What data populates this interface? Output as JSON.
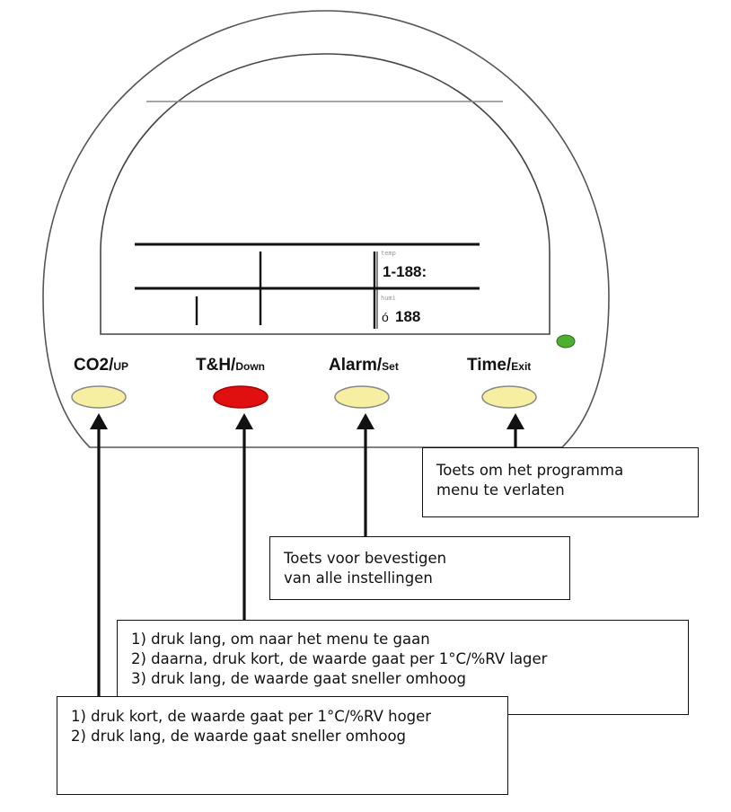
{
  "device": {
    "lcd": {
      "temp_tag": "temp",
      "temp_reading": "1-188:",
      "humid_tag": "humi",
      "humid_reading": "188"
    },
    "buttons": [
      {
        "main": "CO2/",
        "sub": "UP",
        "color": "#f6eea0"
      },
      {
        "main": "T&H/",
        "sub": "Down",
        "color": "#e01010"
      },
      {
        "main": "Alarm/",
        "sub": "Set",
        "color": "#f6eea0"
      },
      {
        "main": "Time/",
        "sub": "Exit",
        "color": "#f6eea0"
      }
    ],
    "indicator_color": "#4caf30"
  },
  "callouts": {
    "time_exit": [
      "Toets om het programma",
      "menu te verlaten"
    ],
    "alarm_set": [
      "Toets voor bevestigen",
      "van alle instellingen"
    ],
    "th_down": [
      "1) druk lang, om naar het menu te gaan",
      "2) daarna, druk kort, de waarde gaat per 1°C/%RV lager",
      "3) druk lang, de waarde gaat sneller omhoog"
    ],
    "co2_up": [
      "1) druk kort, de waarde gaat per 1°C/%RV hoger",
      "2) druk lang, de waarde gaat sneller omhoog"
    ]
  }
}
